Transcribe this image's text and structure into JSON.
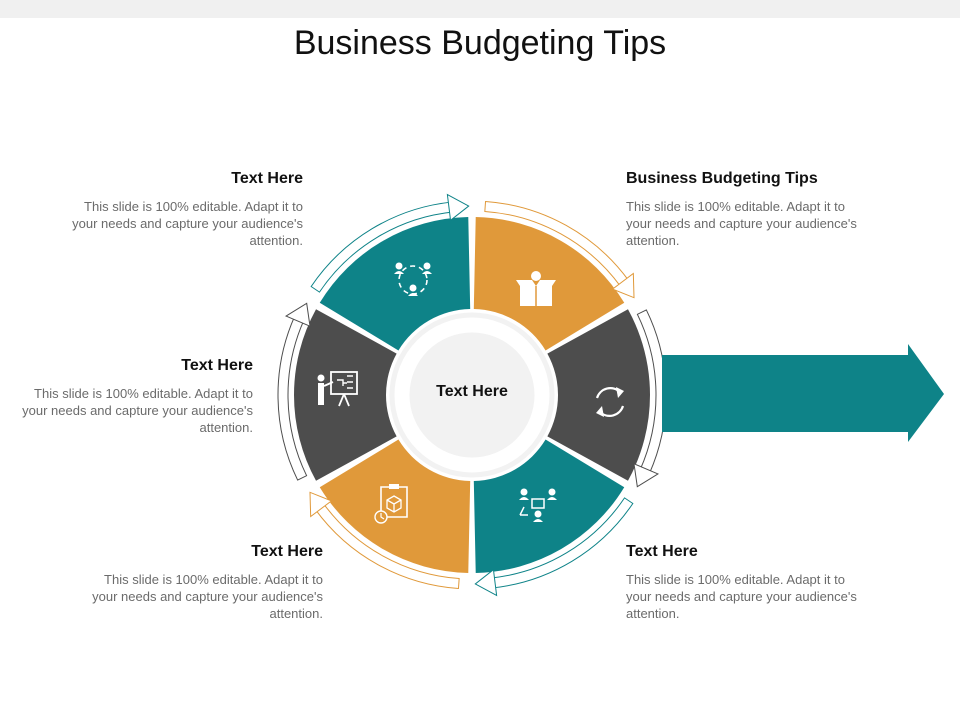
{
  "slide": {
    "title": "Business Budgeting Tips",
    "center_label": "Text Here",
    "colors": {
      "teal": "#0E8388",
      "orange": "#E0993A",
      "dark": "#4D4D4D",
      "ring": "#F2F2F2"
    },
    "blocks": {
      "top_left": {
        "heading": "Text Here",
        "body": "This slide is 100% editable. Adapt it to your needs and capture your audience's attention."
      },
      "top_right": {
        "heading": "Business Budgeting Tips",
        "body": "This slide is 100% editable. Adapt it to your needs and capture your audience's attention."
      },
      "middle_left": {
        "heading": "Text Here",
        "body": "This slide is 100% editable. Adapt it to your needs and capture your audience's attention."
      },
      "bottom_left": {
        "heading": "Text Here",
        "body": "This slide is 100% editable. Adapt it to your needs and capture your audience's attention."
      },
      "bottom_right": {
        "heading": "Text Here",
        "body": "This slide is 100% editable. Adapt it to your needs and capture your audience's attention."
      }
    },
    "segments": [
      {
        "name": "segment-top-left",
        "color": "teal",
        "icon": "team-network-icon"
      },
      {
        "name": "segment-top-right",
        "color": "orange",
        "icon": "open-box-icon"
      },
      {
        "name": "segment-right",
        "color": "dark",
        "icon": "refresh-cycle-icon"
      },
      {
        "name": "segment-bottom-right",
        "color": "teal",
        "icon": "team-meeting-icon"
      },
      {
        "name": "segment-bottom-left",
        "color": "orange",
        "icon": "clipboard-cube-icon"
      },
      {
        "name": "segment-left",
        "color": "dark",
        "icon": "presentation-icon"
      }
    ]
  }
}
